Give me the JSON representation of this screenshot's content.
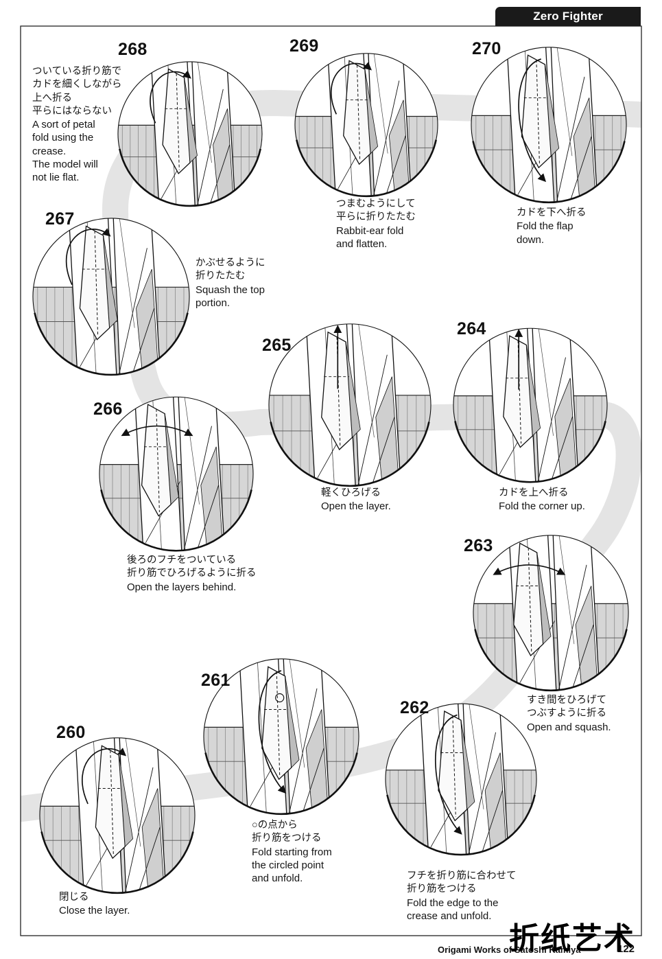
{
  "header": {
    "title": "Zero Fighter"
  },
  "steps": [
    {
      "number": "260",
      "ja": [
        "閉じる"
      ],
      "en": [
        "Close the layer."
      ]
    },
    {
      "number": "261",
      "ja": [
        "○の点から",
        "折り筋をつける"
      ],
      "en": [
        "Fold starting from",
        "the circled point",
        "and unfold."
      ]
    },
    {
      "number": "262",
      "ja": [
        "フチを折り筋に合わせて",
        "折り筋をつける"
      ],
      "en": [
        "Fold the edge to the",
        "crease and unfold."
      ]
    },
    {
      "number": "263",
      "ja": [
        "すき間をひろげて",
        "つぶすように折る"
      ],
      "en": [
        "Open and squash."
      ]
    },
    {
      "number": "264",
      "ja": [
        "カドを上へ折る"
      ],
      "en": [
        "Fold the corner up."
      ]
    },
    {
      "number": "265",
      "ja": [
        "軽くひろげる"
      ],
      "en": [
        "Open the layer."
      ]
    },
    {
      "number": "266",
      "ja": [
        "後ろのフチをついている",
        "折り筋でひろげるように折る"
      ],
      "en": [
        "Open the layers behind."
      ]
    },
    {
      "number": "267",
      "ja": [
        "かぶせるように",
        "折りたたむ"
      ],
      "en": [
        "Squash the top",
        "portion."
      ]
    },
    {
      "number": "268",
      "ja": [
        "ついている折り筋で",
        "カドを細くしながら",
        "上へ折る",
        "平らにはならない"
      ],
      "en": [
        "A sort of petal",
        "fold using the",
        "crease.",
        "The model will",
        "not lie flat."
      ]
    },
    {
      "number": "269",
      "ja": [
        "つまむようにして",
        "平らに折りたたむ"
      ],
      "en": [
        "Rabbit-ear fold",
        "and flatten."
      ]
    },
    {
      "number": "270",
      "ja": [
        "カドを下へ折る"
      ],
      "en": [
        "Fold the flap",
        "down."
      ]
    }
  ],
  "footer": {
    "book": "Origami Works of Satoshi Kamiya",
    "page": "122"
  },
  "watermark": {
    "text": "折纸艺术"
  },
  "colors": {
    "ink": "#111111",
    "tab": "#1a1a1a",
    "path": "#e4e4e4",
    "panel": "#d6d6d6"
  }
}
